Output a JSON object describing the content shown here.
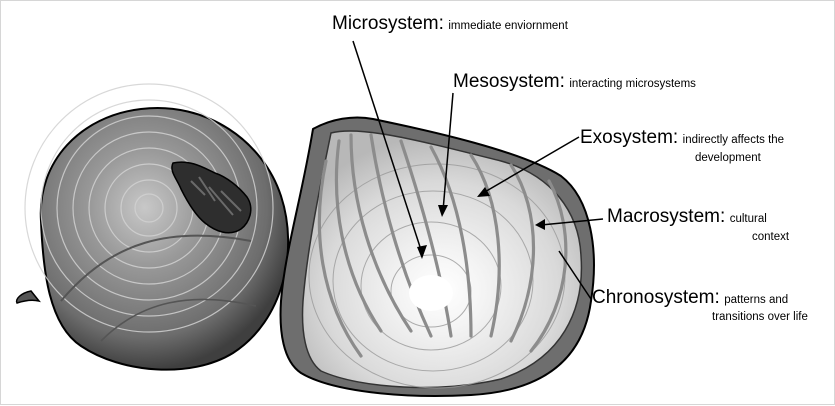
{
  "labels": {
    "microsystem": {
      "term": "Microsystem:",
      "desc": "immediate enviornment"
    },
    "mesosystem": {
      "term": "Mesosystem:",
      "desc": "interacting microsystems"
    },
    "exosystem": {
      "term": "Exosystem:",
      "desc_line1": "indirectly affects the",
      "desc_line2": "development"
    },
    "macrosystem": {
      "term": "Macrosystem:",
      "desc_line1": "cultural",
      "desc_line2": "context"
    },
    "chronosystem": {
      "term": "Chronosystem:",
      "desc_line1": "patterns and",
      "desc_line2": "transitions over life"
    }
  },
  "colors": {
    "whole_onion_fill": "#7a7a7a",
    "whole_onion_dark": "#4a4a4a",
    "half_onion_skin": "#6e6e6e",
    "half_onion_flesh": "#f2f2f2",
    "vein": "#8c8c8c",
    "outline": "#000000"
  }
}
